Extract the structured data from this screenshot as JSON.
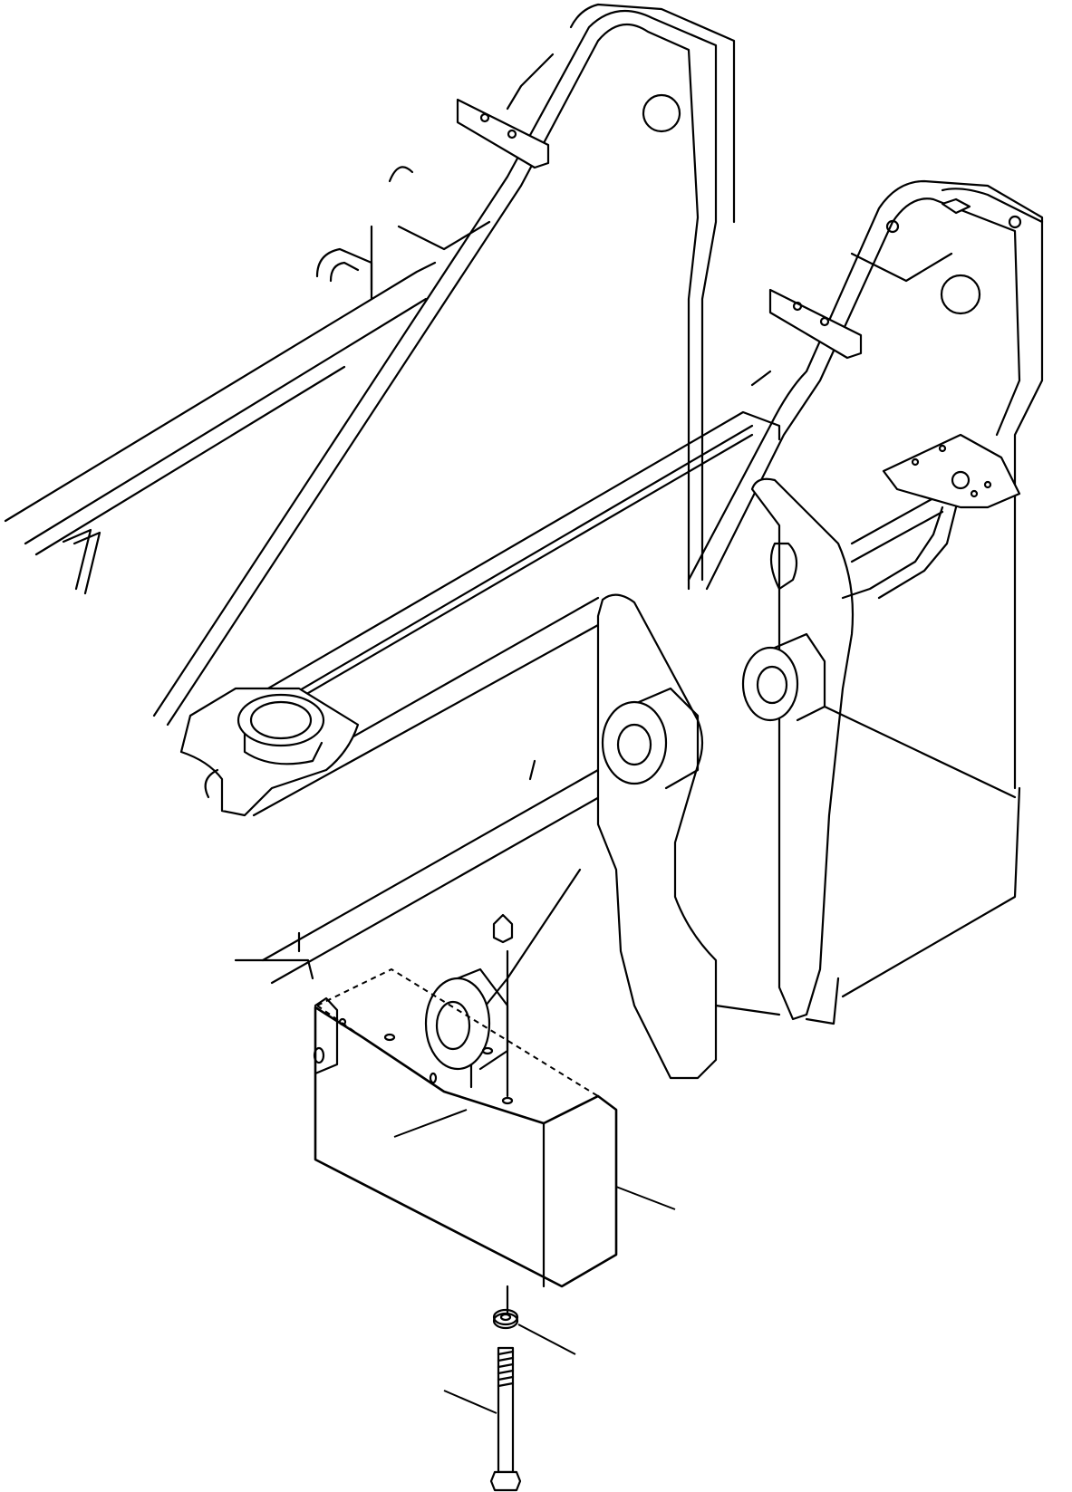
{
  "drawing": {
    "kind": "exploded parts diagram",
    "line_color": "#000000",
    "background": "#ffffff",
    "parts": [
      {
        "id": "lift-arm-left"
      },
      {
        "id": "lift-arm-right"
      },
      {
        "id": "cross-tube"
      },
      {
        "id": "counterweight-block"
      },
      {
        "id": "washer"
      },
      {
        "id": "bolt"
      }
    ],
    "callout_leaders": 4
  }
}
